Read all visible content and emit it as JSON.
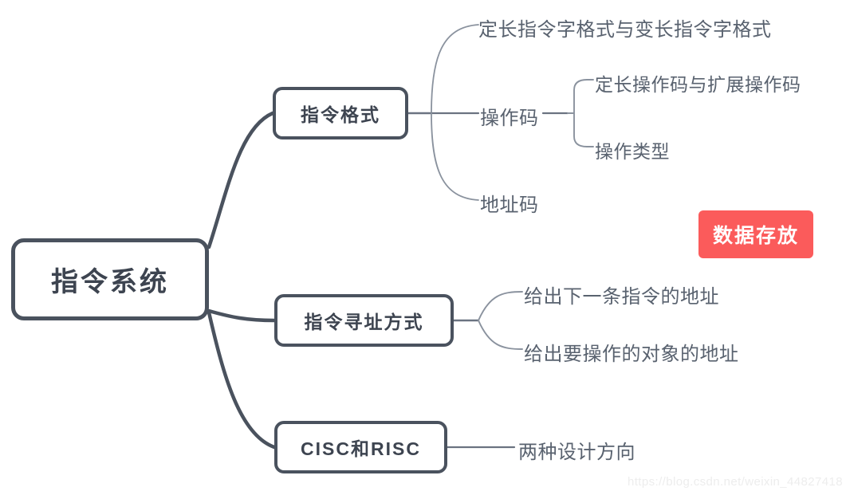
{
  "diagram": {
    "title": "指令系统",
    "watermark": "https://blog.csdn.net/weixin_44827418",
    "colors": {
      "node_border": "#4a525e",
      "node_text": "#3d4450",
      "leaf_text": "#59626f",
      "badge_background": "#fb5b5b",
      "badge_text": "#ffffff",
      "background": "#ffffff",
      "watermark_text": "#ededed"
    }
  },
  "root": {
    "label": "指令系统"
  },
  "branches": [
    {
      "label": "指令格式",
      "children": [
        {
          "label": "定长指令字格式与变长指令字格式",
          "children": []
        },
        {
          "label": "操作码",
          "children": [
            {
              "label": "定长操作码与扩展操作码"
            },
            {
              "label": "操作类型"
            }
          ]
        },
        {
          "label": "地址码",
          "children": []
        }
      ]
    },
    {
      "label": "指令寻址方式",
      "children": [
        {
          "label": "给出下一条指令的地址",
          "children": []
        },
        {
          "label": "给出要操作的对象的地址",
          "children": []
        }
      ]
    },
    {
      "label": "CISC和RISC",
      "children": [
        {
          "label": "两种设计方向",
          "children": []
        }
      ]
    }
  ],
  "badge": {
    "label": "数据存放"
  }
}
